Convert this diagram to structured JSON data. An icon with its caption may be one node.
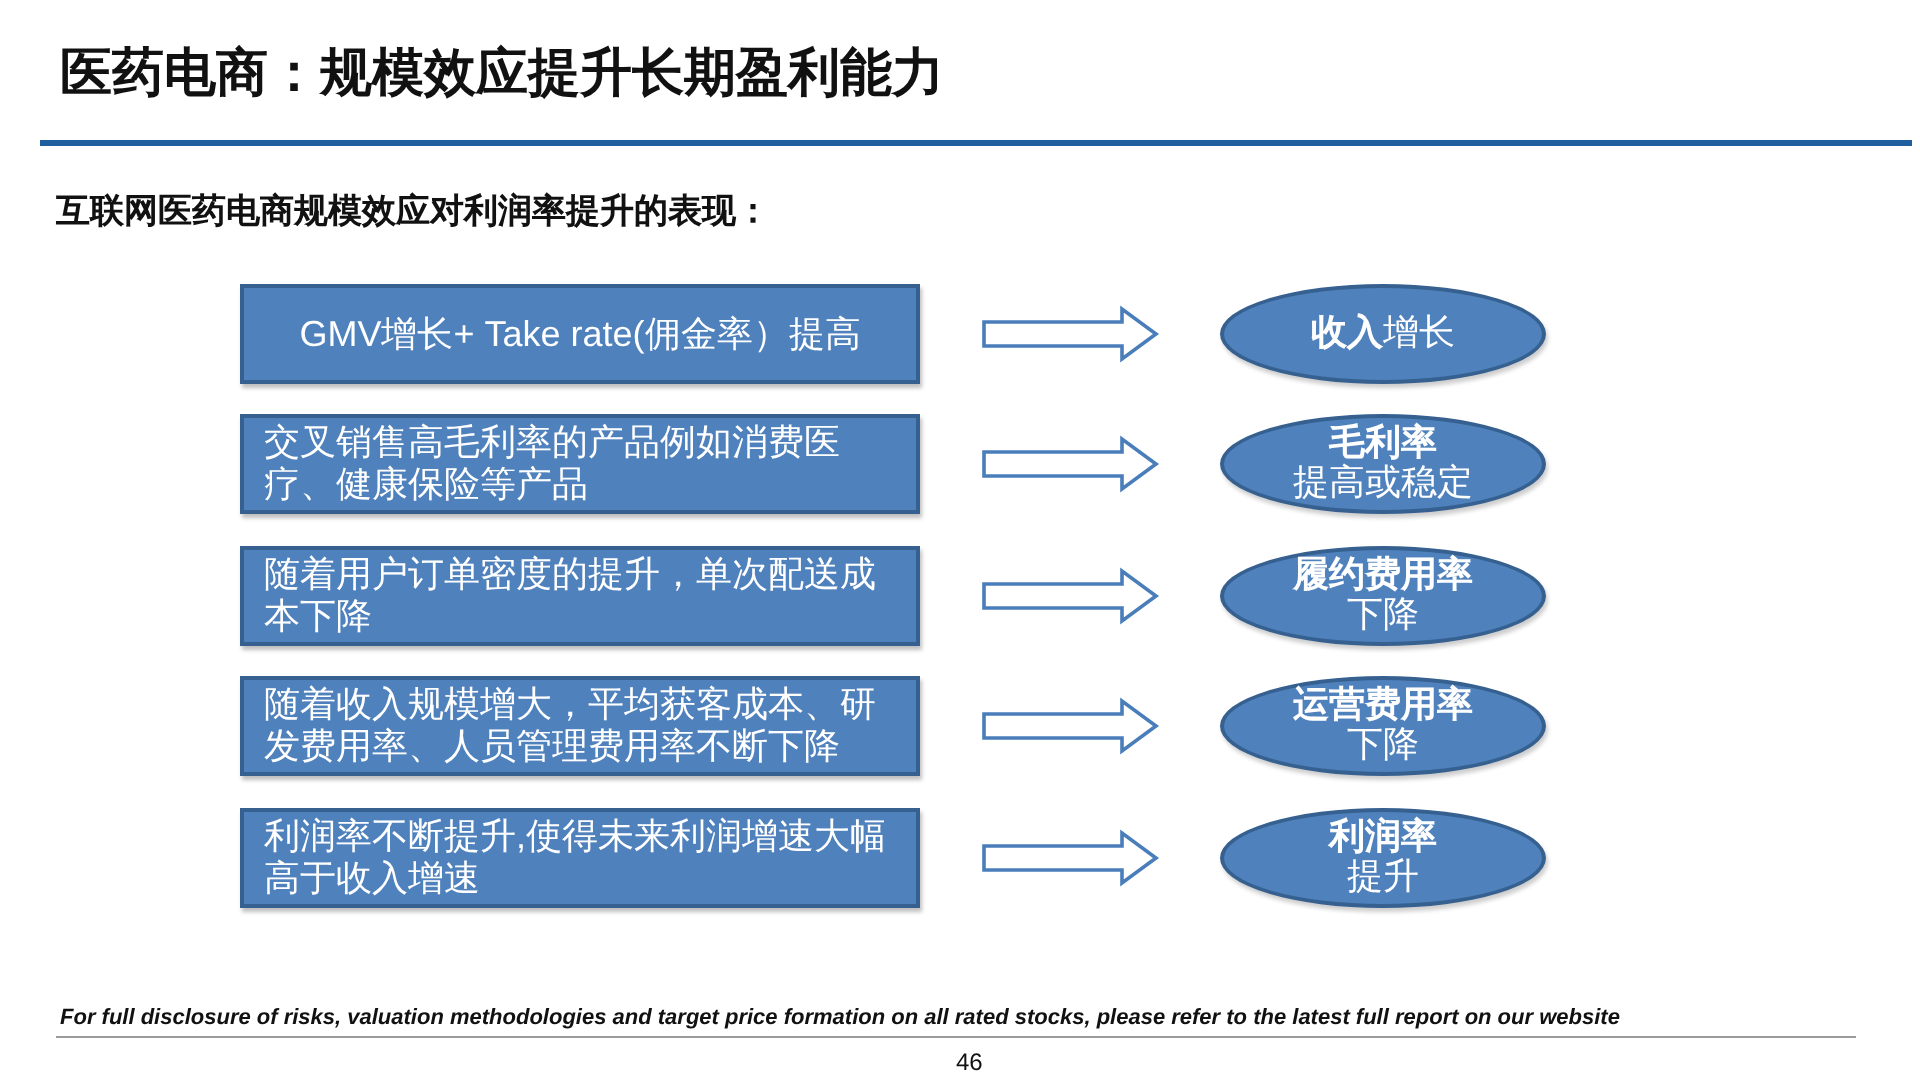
{
  "diagram": {
    "title": "医药电商：规模效应提升长期盈利能力",
    "nodes": [
      {
        "text": [
          "GMV增长+ Take rate(佣金率）提高"
        ]
      },
      {
        "text": [
          "**收入**增长"
        ]
      },
      {
        "text": [
          "交叉销售高毛利率的产品例如消费医疗、健康保险等产品"
        ]
      },
      {
        "text": [
          "毛利率",
          "提高或稳定"
        ]
      },
      {
        "text": [
          "随着用户订单密度的提升，单次配送成本下降"
        ]
      },
      {
        "text": [
          "履约费用率",
          "下降"
        ]
      },
      {
        "text": [
          "随着收入规模增大，平均获客成本、研发费用率、人员管理费用率不断下降"
        ]
      },
      {
        "text": [
          "运营费用率",
          "下降"
        ]
      },
      {
        "text": [
          "利润率不断提升,使得未来利润增速大幅高于收入增速"
        ]
      },
      {
        "text": [
          "利润率",
          "提升"
        ]
      }
    ],
    "edges": [
      {
        "from": 0,
        "to": 1,
        "arrow": "to"
      },
      {
        "from": 2,
        "to": 3,
        "arrow": "to"
      },
      {
        "from": 4,
        "to": 5,
        "arrow": "to"
      },
      {
        "from": 6,
        "to": 7,
        "arrow": "to"
      },
      {
        "from": 8,
        "to": 9,
        "arrow": "to"
      }
    ],
    "labels": [
      "互联网医药电商规模效应对利润率提升的表现：",
      "For full disclosure of risks, valuation methodologies and target price formation on all rated stocks, please refer to the latest full report on our website",
      "46"
    ]
  }
}
